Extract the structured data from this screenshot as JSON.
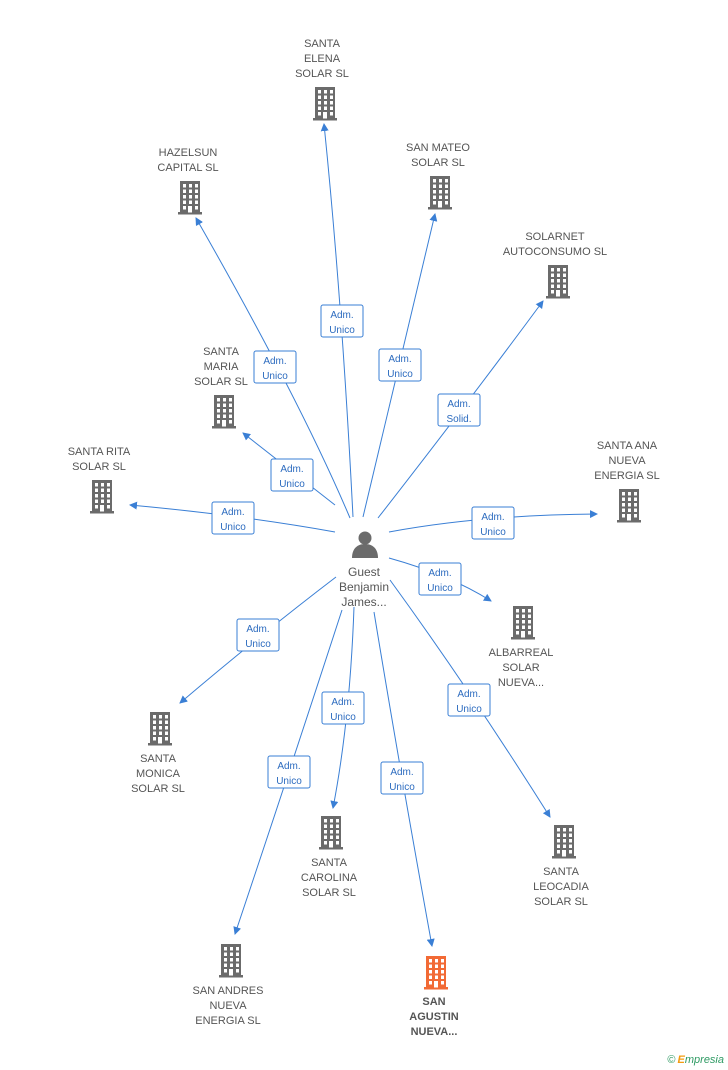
{
  "center": {
    "label_lines": [
      "Guest",
      "Benjamin",
      "James..."
    ]
  },
  "companies": [
    {
      "id": "santa-elena",
      "lines": [
        "SANTA",
        "ELENA",
        "SOLAR SL"
      ],
      "highlight": false
    },
    {
      "id": "hazelsun",
      "lines": [
        "HAZELSUN",
        "CAPITAL SL"
      ],
      "highlight": false
    },
    {
      "id": "san-mateo",
      "lines": [
        "SAN MATEO",
        "SOLAR SL"
      ],
      "highlight": false
    },
    {
      "id": "solarnet",
      "lines": [
        "SOLARNET",
        "AUTOCONSUMO SL"
      ],
      "highlight": false
    },
    {
      "id": "santa-maria",
      "lines": [
        "SANTA",
        "MARIA",
        "SOLAR SL"
      ],
      "highlight": false
    },
    {
      "id": "santa-rita",
      "lines": [
        "SANTA RITA",
        "SOLAR SL"
      ],
      "highlight": false
    },
    {
      "id": "santa-ana",
      "lines": [
        "SANTA ANA",
        "NUEVA",
        "ENERGIA SL"
      ],
      "highlight": false
    },
    {
      "id": "albarreal",
      "lines": [
        "ALBARREAL",
        "SOLAR",
        "NUEVA..."
      ],
      "highlight": false
    },
    {
      "id": "santa-monica",
      "lines": [
        "SANTA",
        "MONICA",
        "SOLAR SL"
      ],
      "highlight": false
    },
    {
      "id": "santa-carolina",
      "lines": [
        "SANTA",
        "CAROLINA",
        "SOLAR SL"
      ],
      "highlight": false
    },
    {
      "id": "santa-leocadia",
      "lines": [
        "SANTA",
        "LEOCADIA",
        "SOLAR SL"
      ],
      "highlight": false
    },
    {
      "id": "san-andres",
      "lines": [
        "SAN ANDRES",
        "NUEVA",
        "ENERGIA SL"
      ],
      "highlight": false
    },
    {
      "id": "san-agustin",
      "lines": [
        "SAN",
        "AGUSTIN",
        "NUEVA..."
      ],
      "highlight": true
    }
  ],
  "edges": [
    {
      "to": "santa-elena",
      "role": [
        "Adm.",
        "Unico"
      ]
    },
    {
      "to": "hazelsun",
      "role": [
        "Adm.",
        "Unico"
      ]
    },
    {
      "to": "san-mateo",
      "role": [
        "Adm.",
        "Unico"
      ]
    },
    {
      "to": "solarnet",
      "role": [
        "Adm.",
        "Solid."
      ]
    },
    {
      "to": "santa-maria",
      "role": [
        "Adm.",
        "Unico"
      ]
    },
    {
      "to": "santa-rita",
      "role": [
        "Adm.",
        "Unico"
      ]
    },
    {
      "to": "santa-ana",
      "role": [
        "Adm.",
        "Unico"
      ]
    },
    {
      "to": "albarreal",
      "role": [
        "Adm.",
        "Unico"
      ]
    },
    {
      "to": "santa-monica",
      "role": [
        "Adm.",
        "Unico"
      ]
    },
    {
      "to": "santa-carolina",
      "role": [
        "Adm.",
        "Unico"
      ]
    },
    {
      "to": "santa-leocadia",
      "role": [
        "Adm.",
        "Unico"
      ]
    },
    {
      "to": "san-andres",
      "role": [
        "Adm.",
        "Unico"
      ]
    },
    {
      "to": "san-agustin",
      "role": [
        "Adm.",
        "Unico"
      ]
    }
  ],
  "colors": {
    "edge": "#3a7fd5",
    "building": "#6b6b6b",
    "highlight": "#f26a35",
    "person": "#6b6b6b"
  },
  "icons": {
    "person": "person-icon",
    "company": "building-icon"
  },
  "footer": {
    "copyright": "©",
    "brand_first": "E",
    "brand_rest": "mpresia"
  }
}
